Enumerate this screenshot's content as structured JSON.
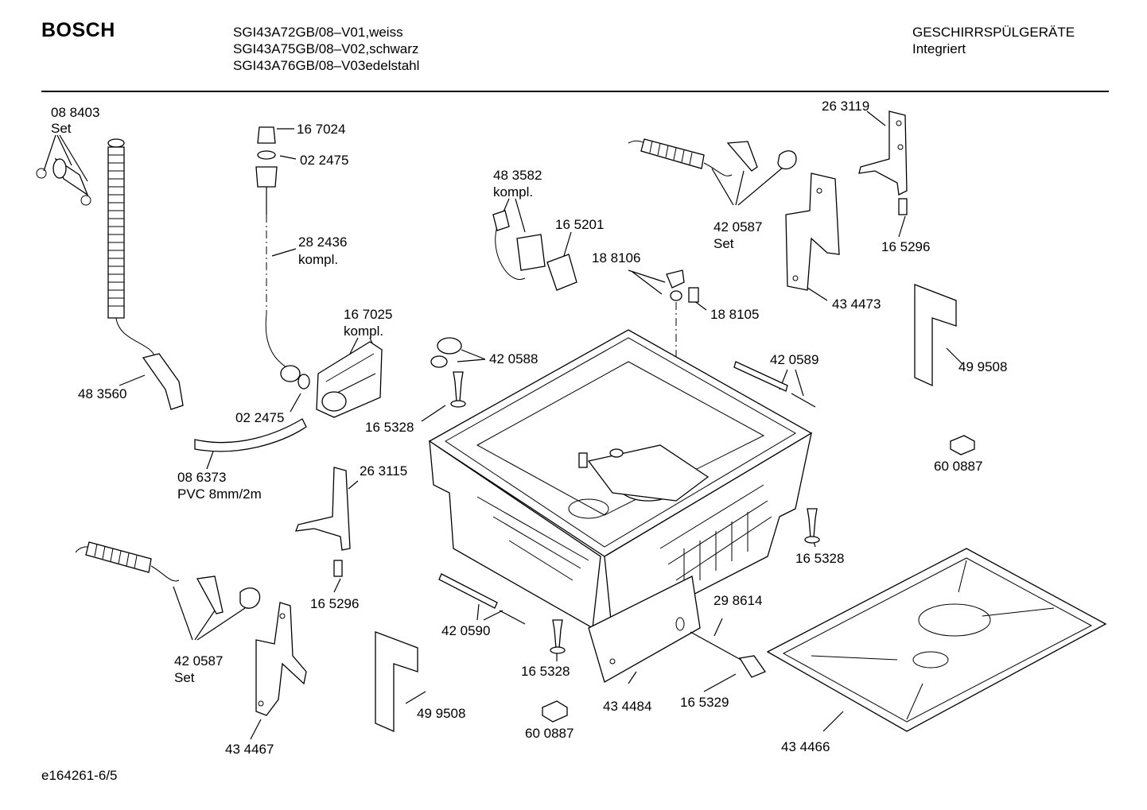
{
  "header": {
    "brand": "BOSCH",
    "models": [
      "SGI43A72GB/08–V01,weiss",
      "SGI43A75GB/08–V02,schwarz",
      "SGI43A76GB/08–V03edelstahl"
    ],
    "category": "GESCHIRRSPÜLGERÄTE",
    "subcategory": "Integriert"
  },
  "footer": {
    "doc_id": "e164261-6/5"
  },
  "labels": {
    "p088403": "08 8403",
    "p088403_note": "Set",
    "p167024": "16 7024",
    "p022475a": "02 2475",
    "p282436": "28 2436",
    "p282436_note": "kompl.",
    "p167025": "16 7025",
    "p167025_note": "kompl.",
    "p483560": "48 3560",
    "p022475b": "02 2475",
    "p086373": "08 6373",
    "p086373_note": "PVC 8mm/2m",
    "p483582": "48 3582",
    "p483582_note": "kompl.",
    "p165201": "16 5201",
    "p188106": "18 8106",
    "p188105": "18 8105",
    "p420587a": "42 0587",
    "p420587a_note": "Set",
    "p263119": "26 3119",
    "p165296a": "16 5296",
    "p434473": "43 4473",
    "p499508a": "49 9508",
    "p420588": "42 0588",
    "p165328a": "16 5328",
    "p420589": "42 0589",
    "p600887a": "60 0887",
    "p263115": "26 3115",
    "p165296b": "16 5296",
    "p165328b": "16 5328",
    "p420587b": "42 0587",
    "p420587b_note": "Set",
    "p420590": "42 0590",
    "p165328c": "16 5328",
    "p298614": "29 8614",
    "p434484": "43 4484",
    "p165329": "16 5329",
    "p600887b": "60 0887",
    "p499508b": "49 9508",
    "p434467": "43 4467",
    "p434466": "43 4466"
  }
}
